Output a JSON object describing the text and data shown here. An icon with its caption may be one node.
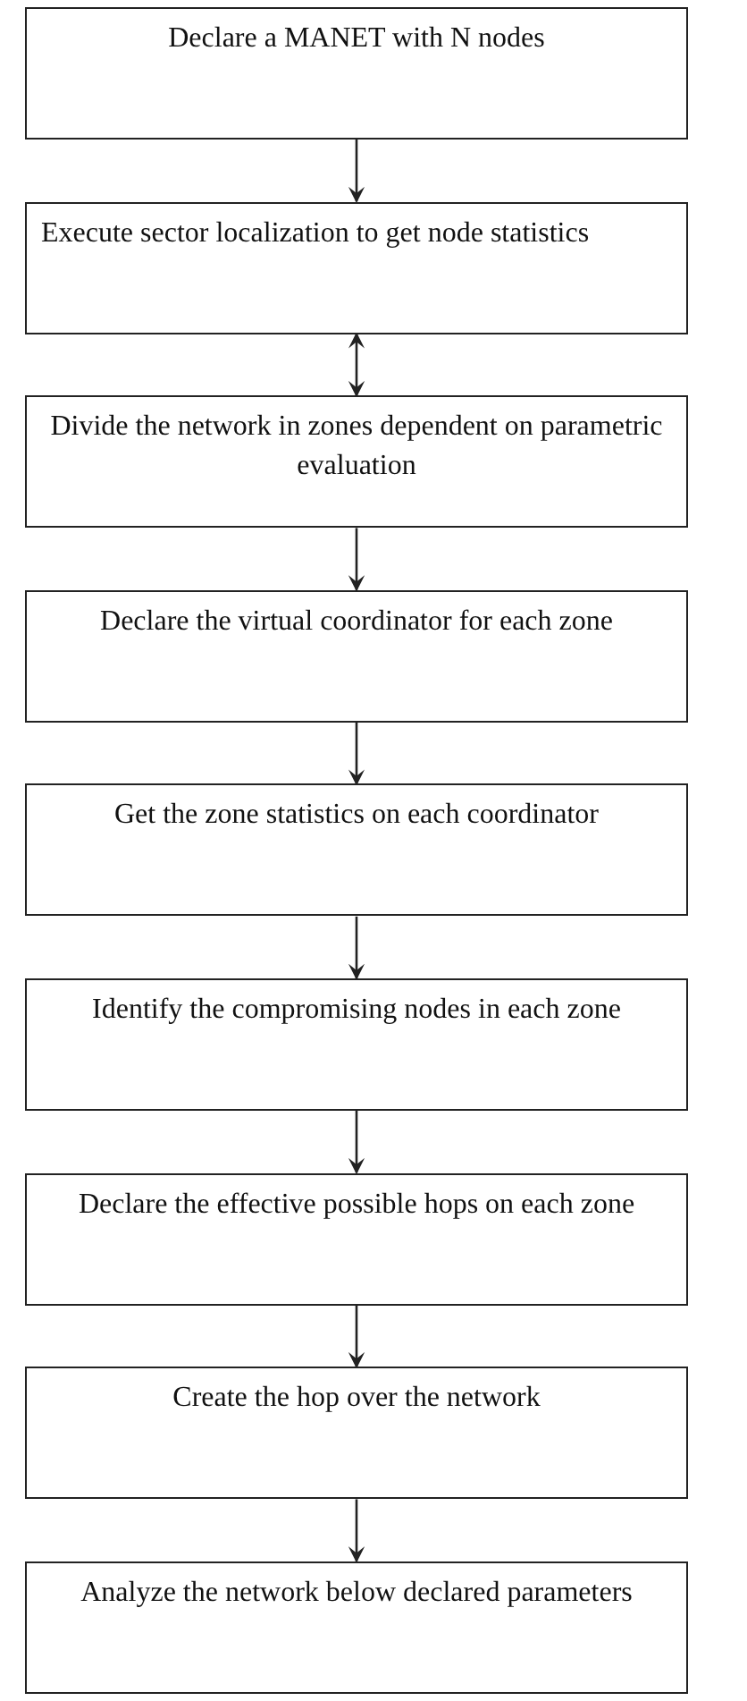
{
  "diagram": {
    "nodes": [
      {
        "text": [
          "Declare a MANET with N nodes"
        ]
      },
      {
        "text": [
          "Execute sector localization to get node statistics"
        ]
      },
      {
        "text": [
          "Divide the network in zones dependent on parametric evaluation"
        ]
      },
      {
        "text": [
          "Declare the virtual coordinator for each zone"
        ]
      },
      {
        "text": [
          "Get the zone statistics on each coordinator"
        ]
      },
      {
        "text": [
          "Identify the compromising nodes in each zone"
        ]
      },
      {
        "text": [
          "Declare the effective possible hops on each zone"
        ]
      },
      {
        "text": [
          "Create the hop over the network"
        ]
      },
      {
        "text": [
          "Analyze the network below declared parameters"
        ]
      }
    ],
    "edges": [
      {
        "from": 0,
        "to": 1,
        "arrow": "to"
      },
      {
        "from": 1,
        "to": 2,
        "arrow": "both"
      },
      {
        "from": 2,
        "to": 3,
        "arrow": "to"
      },
      {
        "from": 3,
        "to": 4,
        "arrow": "to"
      },
      {
        "from": 4,
        "to": 5,
        "arrow": "to"
      },
      {
        "from": 5,
        "to": 6,
        "arrow": "to"
      },
      {
        "from": 6,
        "to": 7,
        "arrow": "to"
      },
      {
        "from": 7,
        "to": 8,
        "arrow": "to"
      }
    ]
  }
}
